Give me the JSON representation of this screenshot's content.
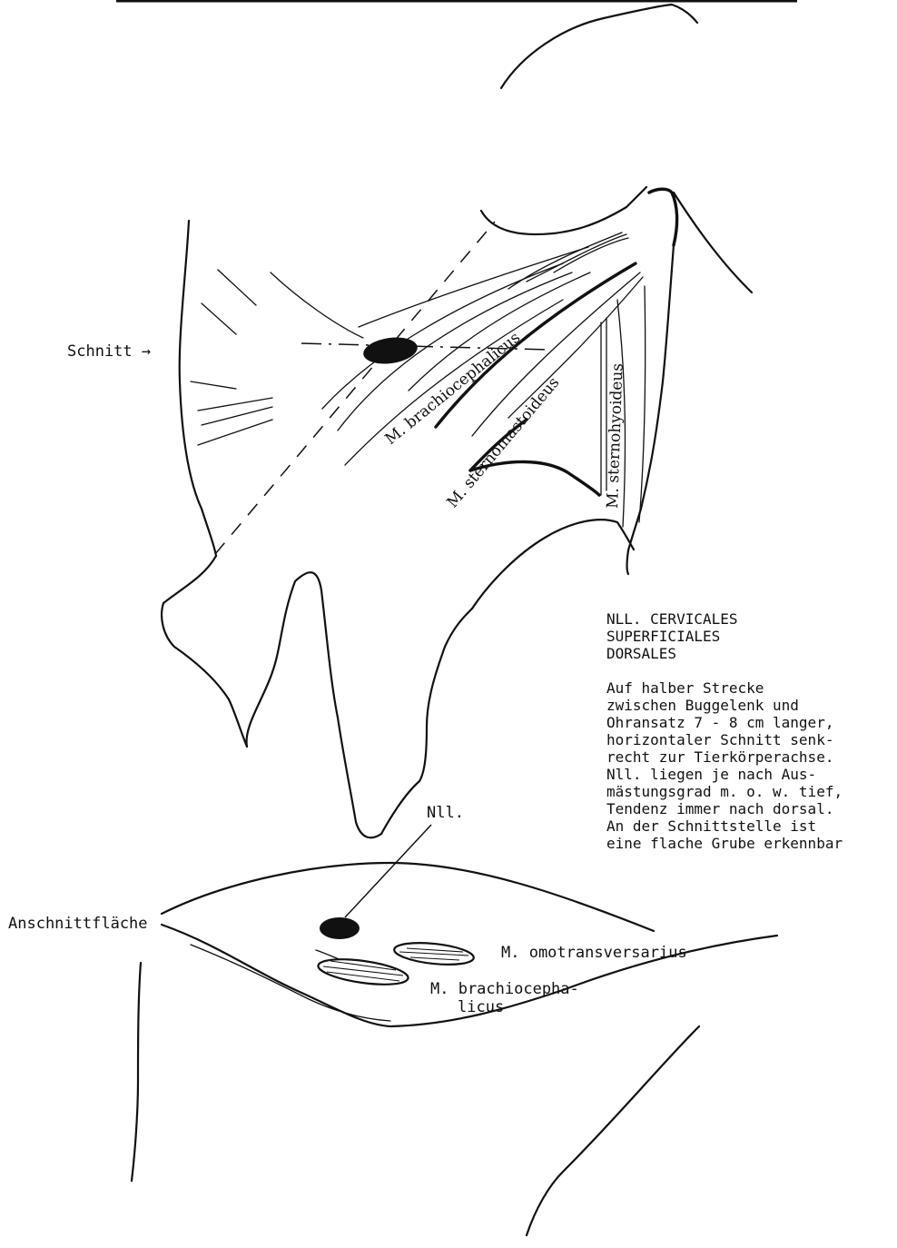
{
  "title_block": {
    "heading": "NLL. CERVICALES\nSUPERFICIALES\nDORSALES",
    "body": "Auf halber Strecke\nzwischen Buggelenk und\nOhransatz 7 - 8 cm langer,\nhorizontaler Schnitt senk-\nrecht zur Tierkörperachse.\nNll. liegen je nach Aus-\nmästungsgrad m. o. w. tief,\nTendenz immer nach dorsal.\nAn der Schnittstelle ist\neine flache Grube erkennbar"
  },
  "labels": {
    "schnitt": "Schnitt →",
    "brachiocephalicus_upper": "M. brachiocephalicus",
    "sternomastoideus": "M. sternomastoideus",
    "sternohyoideus": "M. sternohyoideus",
    "nll": "Nll.",
    "anschnittflaeche": "Anschnittfläche",
    "omotransversarius": "M. omotransversarius",
    "brachiocephalicus_lower_1": "M. brachiocepha-",
    "brachiocephalicus_lower_2": "licus"
  }
}
